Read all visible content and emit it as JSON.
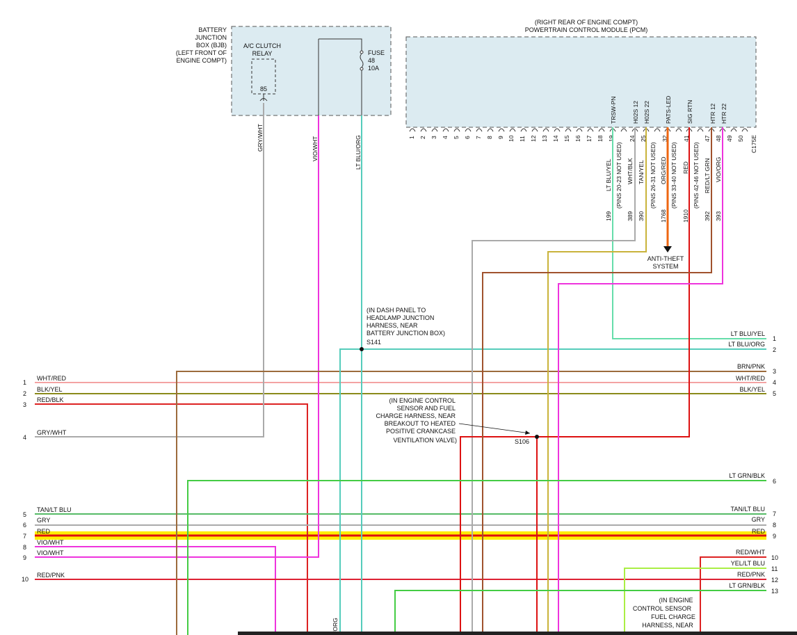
{
  "bjb": {
    "title_lines": [
      "BATTERY",
      "JUNCTION",
      "BOX (BJB)",
      "(LEFT FRONT OF",
      "ENGINE COMPT)"
    ],
    "relay_lines": [
      "A/C CLUTCH",
      "RELAY"
    ],
    "relay_pin": "85",
    "fuse_lines": [
      "FUSE",
      "48",
      "10A"
    ]
  },
  "pcm": {
    "title_lines": [
      "(RIGHT REAR OF ENGINE COMPT)",
      "POWERTRAIN CONTROL MODULE (PCM)"
    ],
    "pins": [
      "1",
      "2",
      "3",
      "4",
      "5",
      "6",
      "7",
      "8",
      "9",
      "10",
      "11",
      "12",
      "13",
      "14",
      "15",
      "16",
      "17",
      "18",
      "19",
      "24",
      "25",
      "32",
      "41",
      "47",
      "48",
      "49",
      "50",
      "C175E"
    ],
    "pin_signals": [
      "TRSW-PN",
      "H02S 12",
      "H02S 22",
      "PATS-LED",
      "SIG RTN",
      "HTR 12",
      "HTR 22"
    ],
    "not_used_notes": [
      "(PINS 20-23 NOT USED)",
      "(PINS 26-31 NOT USED)",
      "(PINS 33-40 NOT USED)",
      "(PINS 42-46 NOT USED)"
    ],
    "wire_colors": [
      "LT BLU/YEL",
      "WHT/BLK",
      "TAN/YEL",
      "ORG/RED",
      "RED",
      "RED/LT GRN",
      "VIO/ORG"
    ],
    "circuits": [
      "199",
      "389",
      "390",
      "1768",
      "1910",
      "392",
      "393"
    ]
  },
  "vertical_labels": {
    "gry_wht": "GRY/WHT",
    "vio_wht": "VIO/WHT",
    "lt_blu_org": "LT BLU/ORG",
    "bottom_org": "/ORG"
  },
  "anti_theft_lines": [
    "ANTI-THEFT",
    "SYSTEM"
  ],
  "splices": {
    "s141_note_lines": [
      "(IN DASH PANEL TO",
      "HEADLAMP JUNCTION",
      "HARNESS, NEAR",
      "BATTERY JUNCTION BOX)"
    ],
    "s141": "S141",
    "s106_note_lines": [
      "(IN ENGINE CONTROL",
      "SENSOR AND FUEL",
      "CHARGE HARNESS, NEAR",
      "BREAKOUT TO HEATED",
      "POSITIVE CRANKCASE",
      "VENTILATION VALVE)"
    ],
    "s106": "S106",
    "bottom_note_lines": [
      "(IN ENGINE",
      "CONTROL SENSOR",
      "FUEL CHARGE",
      "HARNESS, NEAR"
    ]
  },
  "left_connector": [
    {
      "pin": "1",
      "label": "WHT/RED",
      "color": "#f4a3a3"
    },
    {
      "pin": "2",
      "label": "BLK/YEL",
      "color": "#8a8a1a"
    },
    {
      "pin": "3",
      "label": "RED/BLK",
      "color": "#dd2222"
    },
    {
      "pin": "4",
      "label": "GRY/WHT",
      "color": "#aaaaaa"
    },
    {
      "pin": "5",
      "label": "TAN/LT BLU",
      "color": "#55bb66"
    },
    {
      "pin": "6",
      "label": "GRY",
      "color": "#aaaaaa"
    },
    {
      "pin": "7",
      "label": "RED",
      "color": "#dd1111"
    },
    {
      "pin": "8",
      "label": "VIO/WHT",
      "color": "#ee33dd"
    },
    {
      "pin": "9",
      "label": "VIO/WHT",
      "color": "#ee33dd"
    },
    {
      "pin": "10",
      "label": "RED/PNK",
      "color": "#dd2233"
    }
  ],
  "right_connector": [
    {
      "pin": "1",
      "label": "LT BLU/YEL",
      "color": "#66ddaa"
    },
    {
      "pin": "2",
      "label": "LT BLU/ORG",
      "color": "#55ccbb"
    },
    {
      "pin": "3",
      "label": "BRN/PNK",
      "color": "#9c6b3c"
    },
    {
      "pin": "4",
      "label": "WHT/RED",
      "color": "#f4a3a3"
    },
    {
      "pin": "5",
      "label": "BLK/YEL",
      "color": "#8a8a1a"
    },
    {
      "pin": "6",
      "label": "LT GRN/BLK",
      "color": "#44cc44"
    },
    {
      "pin": "7",
      "label": "TAN/LT BLU",
      "color": "#55bb66"
    },
    {
      "pin": "8",
      "label": "GRY",
      "color": "#aaaaaa"
    },
    {
      "pin": "9",
      "label": "RED",
      "color": "#dd1111"
    },
    {
      "pin": "10",
      "label": "RED/WHT",
      "color": "#dd2222"
    },
    {
      "pin": "11",
      "label": "YEL/LT BLU",
      "color": "#aaee44"
    },
    {
      "pin": "12",
      "label": "RED/PNK",
      "color": "#dd2233"
    },
    {
      "pin": "13",
      "label": "LT GRN/BLK",
      "color": "#44cc44"
    }
  ],
  "colors": {
    "highlight": "#ffee00",
    "box_fill": "#dcebf1",
    "wire_red": "#dd1111",
    "wire_orange": "#ee6611",
    "wire_brown": "#9c6b3c",
    "wire_gray": "#aaaaaa",
    "wire_magenta": "#ee33dd",
    "wire_teal": "#55ccbb",
    "wire_green": "#44cc44",
    "wire_olive": "#c9b33a"
  }
}
